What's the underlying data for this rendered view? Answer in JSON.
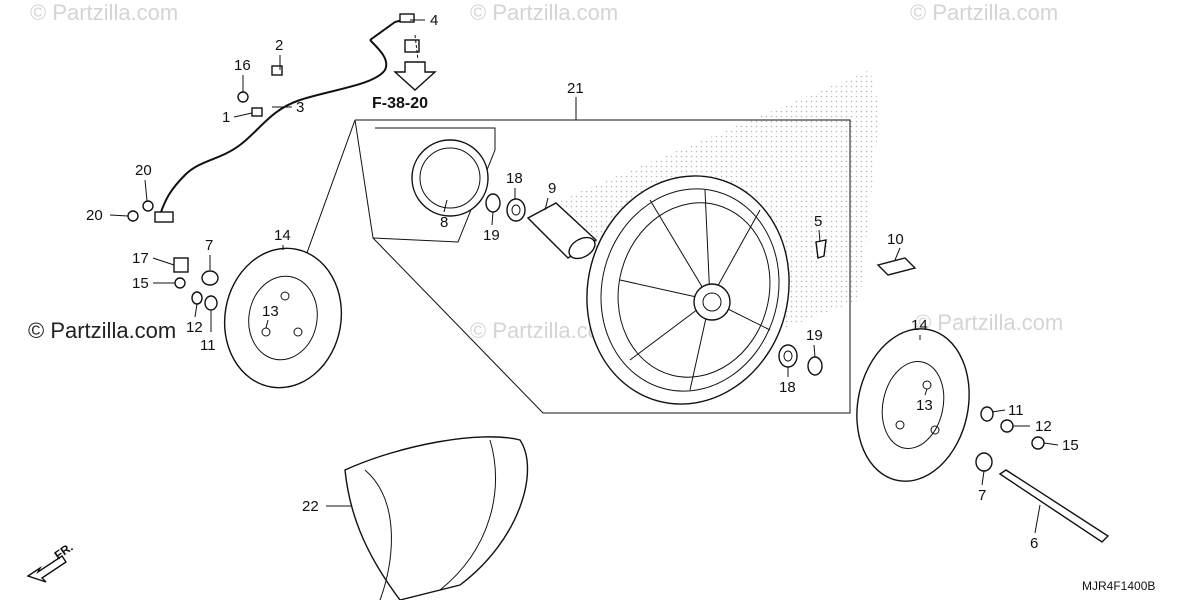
{
  "watermarks": [
    "© Partzilla.com",
    "© Partzilla.com",
    "© Partzilla.com",
    "© Partzilla.com",
    "© Partzilla.com",
    "© Partzilla.com"
  ],
  "reference_label": "F-38-20",
  "diagram_code": "MJR4F1400B",
  "front_label": "FR.",
  "callouts": {
    "c1": "1",
    "c2": "2",
    "c3": "3",
    "c4": "4",
    "c5": "5",
    "c6": "6",
    "c7a": "7",
    "c7b": "7",
    "c8": "8",
    "c9": "9",
    "c10": "10",
    "c11a": "11",
    "c11b": "11",
    "c12a": "12",
    "c12b": "12",
    "c13a": "13",
    "c13b": "13",
    "c14a": "14",
    "c14b": "14",
    "c15a": "15",
    "c15b": "15",
    "c16": "16",
    "c17": "17",
    "c18a": "18",
    "c18b": "18",
    "c19a": "19",
    "c19b": "19",
    "c20a": "20",
    "c20b": "20",
    "c21": "21",
    "c22": "22"
  }
}
